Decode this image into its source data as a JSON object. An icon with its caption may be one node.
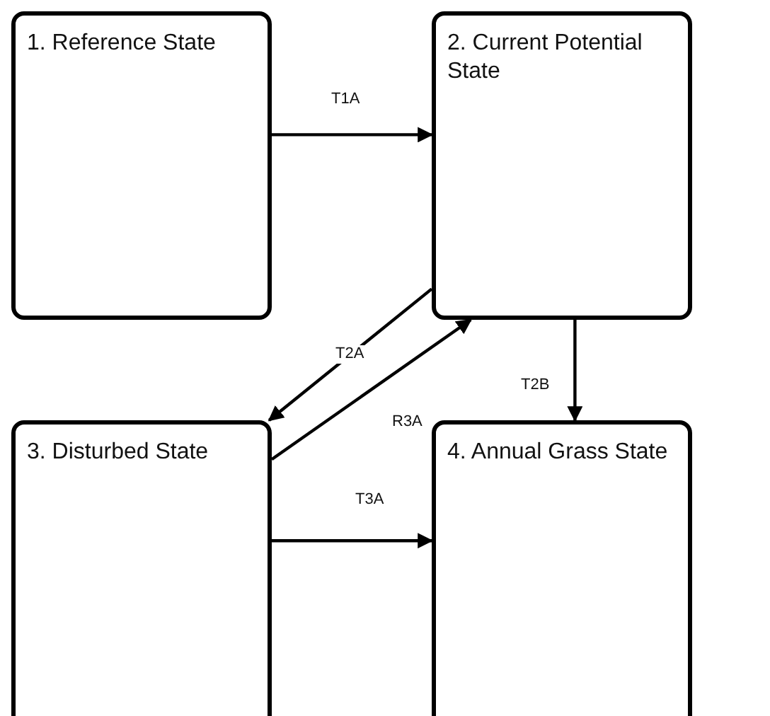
{
  "diagram": {
    "nodes": [
      {
        "text": [
          "1. Reference State"
        ]
      },
      {
        "text": [
          "2. Current Potential State"
        ]
      },
      {
        "text": [
          "3. Disturbed State"
        ]
      },
      {
        "text": [
          "4. Annual Grass State"
        ]
      }
    ],
    "edges": [
      {
        "from": 0,
        "to": 1,
        "arrow": "to",
        "label": "T1A"
      },
      {
        "from": 1,
        "to": 2,
        "arrow": "to",
        "label": "T2A"
      },
      {
        "from": 2,
        "to": 1,
        "arrow": "to",
        "label": "R3A"
      },
      {
        "from": 1,
        "to": 3,
        "arrow": "to",
        "label": "T2B"
      },
      {
        "from": 2,
        "to": 3,
        "arrow": "to",
        "label": "T3A"
      }
    ]
  }
}
